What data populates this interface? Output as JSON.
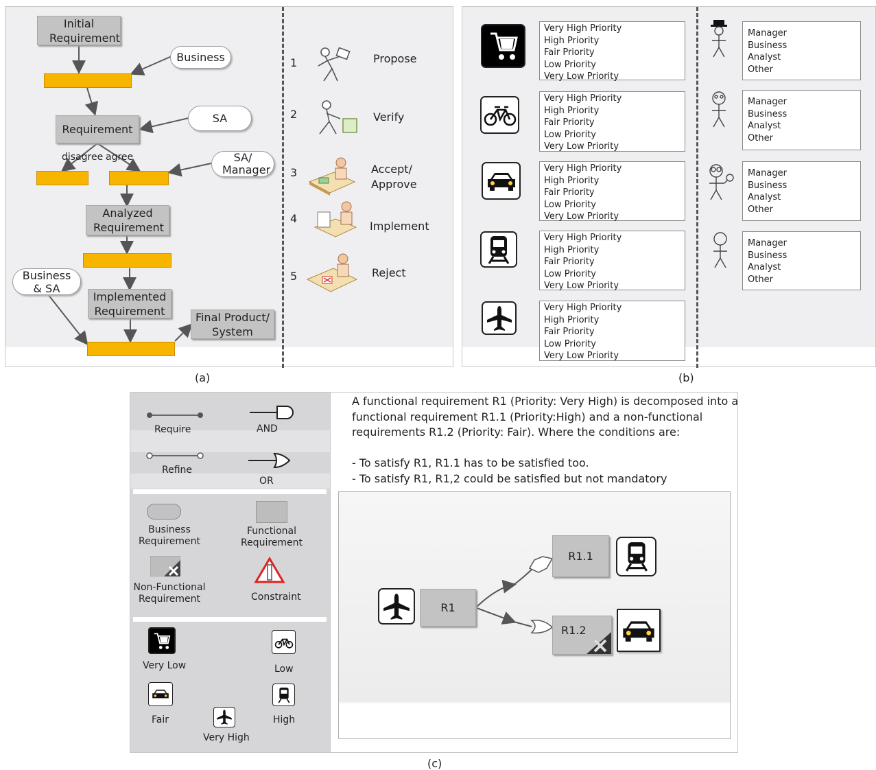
{
  "panel_a": {
    "caption": "(a)",
    "flow": {
      "initial_requirement": "Initial Requirement",
      "business": "Business",
      "requirement": "Requirement",
      "sa": "SA",
      "disagree": "disagree",
      "agree": "agree",
      "sa_manager": "SA/ Manager",
      "analyzed_requirement": "Analyzed Requirement",
      "business_sa": "Business & SA",
      "implemented_requirement": "Implemented Requirement",
      "final_product": "Final Product/ System"
    },
    "steps": [
      {
        "num": "1",
        "label": "Propose"
      },
      {
        "num": "2",
        "label": "Verify"
      },
      {
        "num": "3",
        "label": "Accept/ Approve"
      },
      {
        "num": "4",
        "label": "Implement"
      },
      {
        "num": "5",
        "label": "Reject"
      }
    ]
  },
  "panel_b": {
    "caption": "(b)",
    "priority_options": [
      "Very High Priority",
      "High Priority",
      "Fair Priority",
      "Low Priority",
      "Very Low Priority"
    ],
    "role_options": [
      "Manager",
      "Business",
      "Analyst",
      "Other"
    ],
    "vehicle_icons": [
      "stroller-icon",
      "bicycle-icon",
      "car-icon",
      "train-icon",
      "airplane-icon"
    ],
    "person_icons": [
      "manager-person-icon",
      "business-person-icon",
      "analyst-person-icon",
      "other-person-icon"
    ]
  },
  "panel_c": {
    "caption": "(c)",
    "legend": {
      "require": "Require",
      "and": "AND",
      "refine": "Refine",
      "or": "OR",
      "business_requirement": "Business Requirement",
      "functional_requirement": "Functional Requirement",
      "non_functional_requirement": "Non-Functional Requirement",
      "constraint": "Constraint",
      "very_low": "Very Low",
      "low": "Low",
      "fair": "Fair",
      "high": "High",
      "very_high": "Very High"
    },
    "description": [
      "A functional requirement R1 (Priority: Very High) is decomposed into a",
      "functional requirement R1.1 (Priority:High)  and a non-functional",
      "requirements R1.2 (Priority: Fair). Where the conditions are:",
      "",
      "- To satisfy R1, R1.1 has to be satisfied too.",
      "- To satisfy R1, R1,2 could be satisfied but not mandatory"
    ],
    "example": {
      "r1": "R1",
      "r11": "R1.1",
      "r12": "R1.2"
    }
  },
  "colors": {
    "requirement_box": "#c3c3c3",
    "bar": "#f7b500",
    "panel_bg": "#efeff2",
    "arrow": "#555555"
  }
}
